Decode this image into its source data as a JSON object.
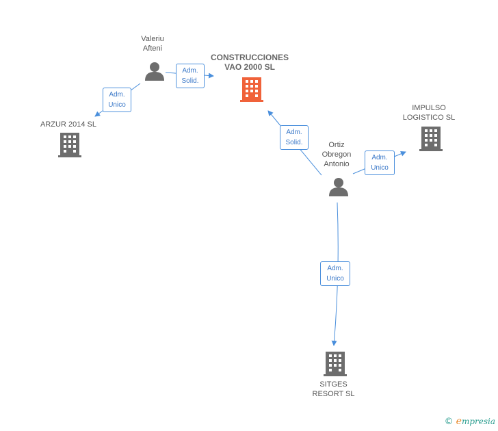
{
  "nodes": {
    "main_company": {
      "label": "CONSTRUCCIONES\nVAO 2000 SL",
      "color": "#f0623a"
    },
    "valeriu": {
      "label": "Valeriu\nAfteni"
    },
    "ortiz": {
      "label": "Ortiz\nObregon\nAntonio"
    },
    "arzur": {
      "label": "ARZUR 2014  SL"
    },
    "impulso": {
      "label": "IMPULSO\nLOGISTICO SL"
    },
    "sitges": {
      "label": "SITGES\nRESORT  SL"
    }
  },
  "edges": {
    "valeriu_main": "Adm.\nSolid.",
    "valeriu_arzur": "Adm.\nUnico",
    "ortiz_main": "Adm.\nSolid.",
    "ortiz_impulso": "Adm.\nUnico",
    "ortiz_sitges": "Adm.\nUnico"
  },
  "colors": {
    "edge": "#4a8fdc",
    "company": "#6d6d6d",
    "person": "#6d6d6d"
  },
  "footer": {
    "symbol": "©",
    "brand_e": "e",
    "brand_rest": "mpresia"
  }
}
